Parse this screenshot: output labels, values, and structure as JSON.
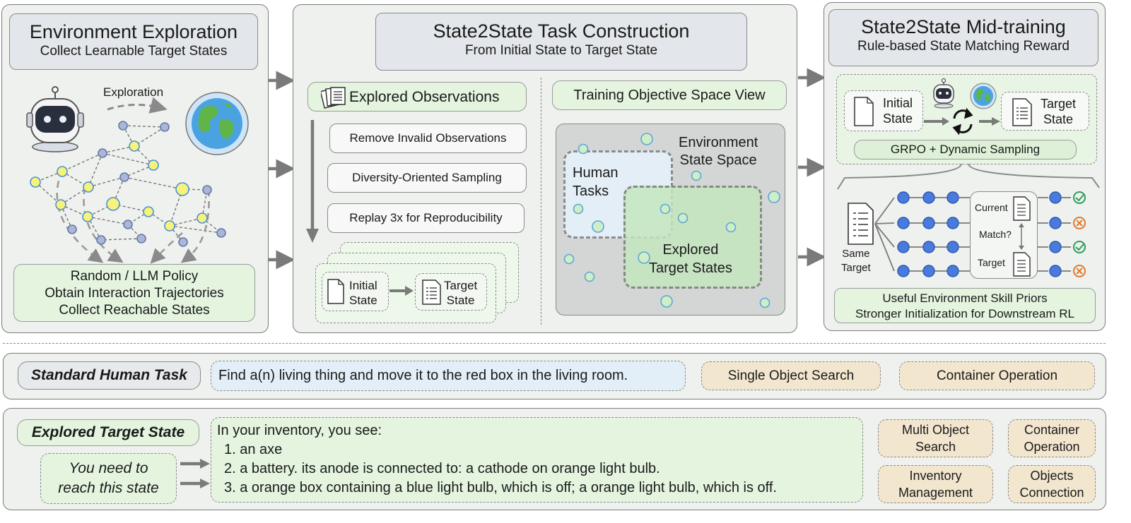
{
  "exploration": {
    "title": "Environment Exploration",
    "subtitle": "Collect Learnable Target States",
    "exploration_label": "Exploration",
    "policy_lines": [
      "Random / LLM Policy",
      "Obtain Interaction Trajectories",
      "Collect Reachable States"
    ]
  },
  "construction": {
    "title": "State2State Task Construction",
    "subtitle": "From Initial State to Target State",
    "explored_observations": "Explored Observations",
    "steps": [
      "Remove Invalid Observations",
      "Diversity-Oriented Sampling",
      "Replay 3x for Reproducibility"
    ],
    "initial_state": [
      "Initial",
      "State"
    ],
    "target_state": [
      "Target",
      "State"
    ],
    "objective_title": "Training Objective Space View",
    "env_state_space": [
      "Environment",
      "State Space"
    ],
    "human_tasks": [
      "Human",
      "Tasks"
    ],
    "explored_target_states": [
      "Explored",
      "Target States"
    ]
  },
  "midtraining": {
    "title": "State2State Mid-training",
    "subtitle": "Rule-based State Matching Reward",
    "initial_state": [
      "Initial",
      "State"
    ],
    "target_state": [
      "Target",
      "State"
    ],
    "grpo": "GRPO + Dynamic Sampling",
    "same_target": [
      "Same",
      "Target"
    ],
    "current": "Current",
    "match": "Match?",
    "target": "Target",
    "priors": [
      "Useful Environment Skill Priors",
      "Stronger Initialization for Downstream RL"
    ]
  },
  "human_task": {
    "label": "Standard Human Task",
    "text": "Find a(n) living thing and move it to the red box in the living room.",
    "tags": [
      "Single Object Search",
      "Container Operation"
    ]
  },
  "target_state": {
    "label": "Explored Target State",
    "reach": [
      "You need to",
      "reach this state"
    ],
    "heading": "In your inventory, you see:",
    "items": [
      "1. an axe",
      "2. a battery. its anode is connected to: a cathode on orange light bulb.",
      "3. a orange box containing a blue light bulb, which is off; a orange light bulb, which is off."
    ],
    "tags": [
      [
        "Multi Object",
        "Search"
      ],
      [
        "Container",
        "Operation"
      ],
      [
        "Inventory",
        "Management"
      ],
      [
        "Objects",
        "Connection"
      ]
    ]
  },
  "colors": {
    "panel": "#eef1ee",
    "title_box": "#e3e6ea",
    "green": "#e4f4df",
    "node_yellow": "#f6f37a",
    "node_blue": "#4a7bdc",
    "tag": "#f3e6cf",
    "check": "#2e9c5a",
    "cross": "#e07a2c"
  }
}
